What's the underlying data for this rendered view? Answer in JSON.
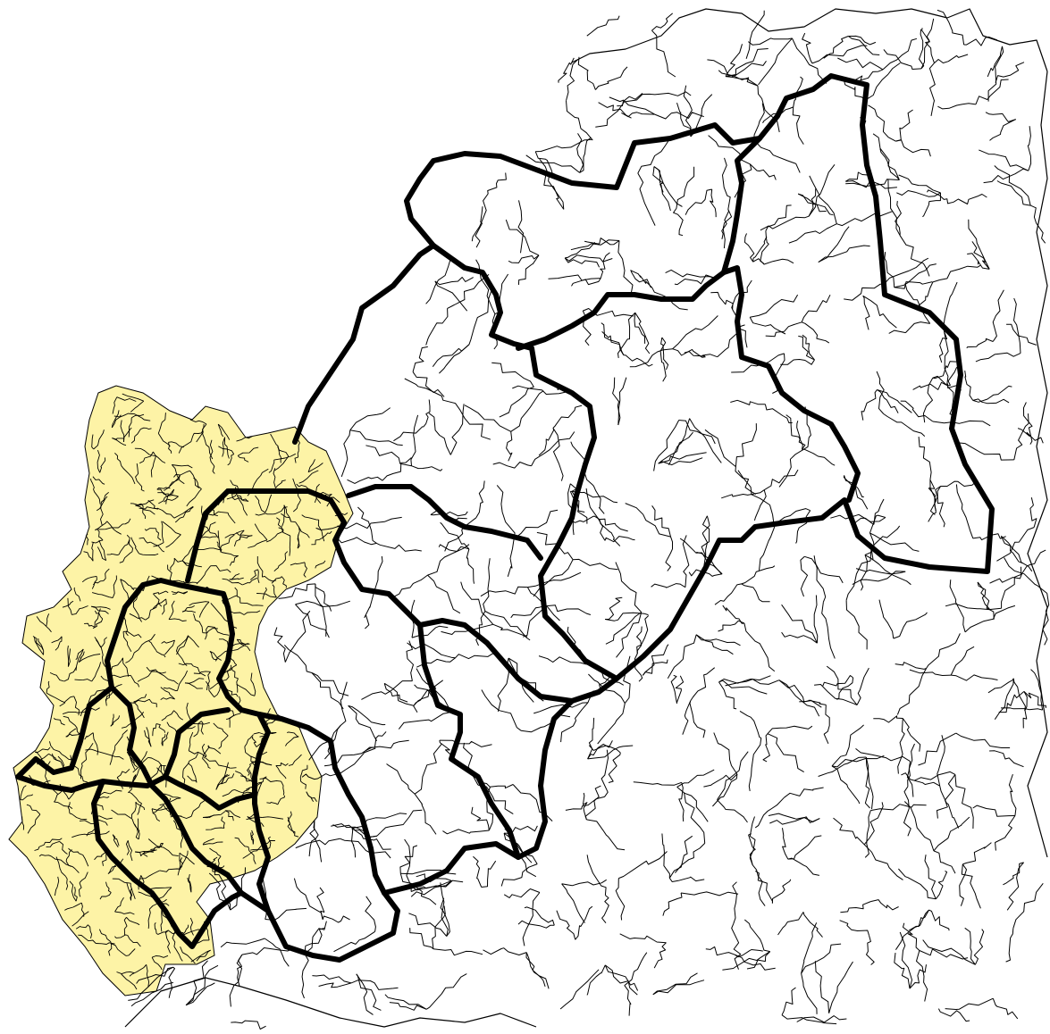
{
  "map": {
    "colors": {
      "background": "#ffffff",
      "highlight_fill": "#fdf3a6",
      "border": "#000000"
    },
    "layers": [
      "municipality-boundaries",
      "district-boundaries",
      "highlighted-region"
    ]
  }
}
